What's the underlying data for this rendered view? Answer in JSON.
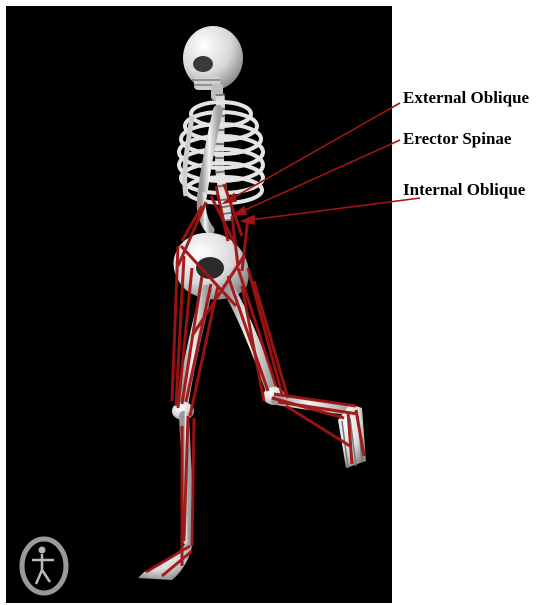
{
  "figure": {
    "background": "#000000",
    "bone_color": "#e6e6e6",
    "muscle_color": "#9b1010"
  },
  "labels": {
    "external_oblique": "External Oblique",
    "erector_spinae": "Erector Spinae",
    "internal_oblique": "Internal Oblique"
  },
  "logo": {
    "icon": "figure-in-circle-logo"
  }
}
